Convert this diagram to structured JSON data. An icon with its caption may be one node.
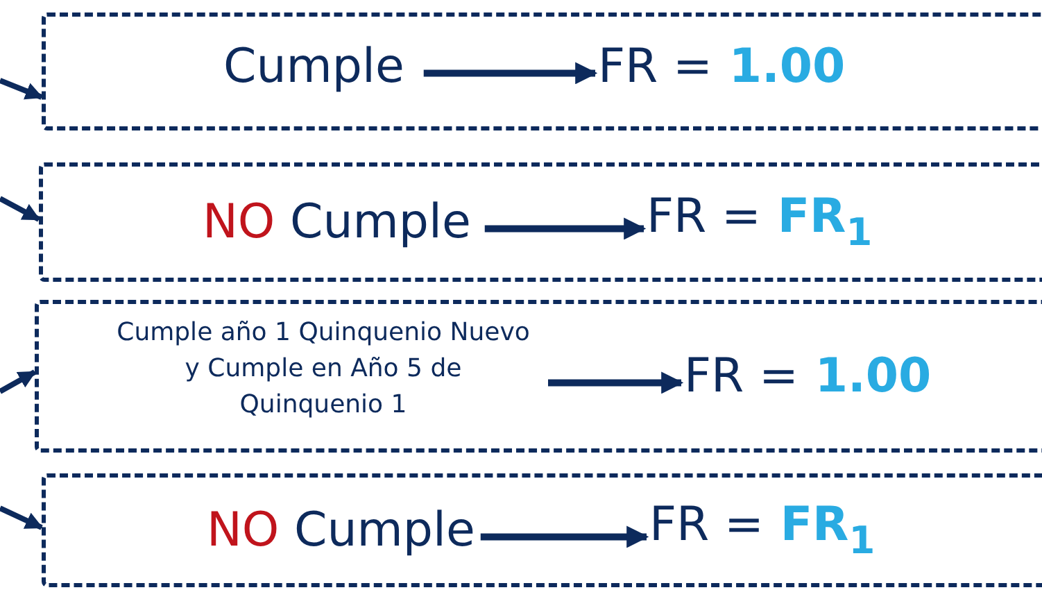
{
  "diagram": {
    "nodes": [
      {
        "text": [],
        "shape": "box"
      },
      {
        "text": [
          "Cumple"
        ],
        "in": 0
      },
      {
        "text": [
          "FR = 1.00"
        ],
        "in": 0
      },
      {
        "text": [],
        "shape": "box"
      },
      {
        "text": [
          "NO Cumple"
        ],
        "in": 3
      },
      {
        "text": [
          "FR = FR$_{1}$"
        ],
        "in": 3
      },
      {
        "text": [],
        "shape": "box"
      },
      {
        "text": [
          "Cumple año 1 Quinquenio Nuevo y Cumple en Año 5 de Quinquenio 1"
        ],
        "in": 6
      },
      {
        "text": [
          "FR = 1.00"
        ],
        "in": 6
      },
      {
        "text": [],
        "shape": "box"
      },
      {
        "text": [
          "NO Cumple"
        ],
        "in": 9
      },
      {
        "text": [
          "FR = FR$_{1}$"
        ],
        "in": 9
      }
    ],
    "edges": [
      {
        "from": null,
        "to": 0,
        "arrow": "to"
      },
      {
        "from": 1,
        "to": 2,
        "arrow": "to"
      },
      {
        "from": null,
        "to": 3,
        "arrow": "to"
      },
      {
        "from": 4,
        "to": 5,
        "arrow": "to"
      },
      {
        "from": null,
        "to": 6,
        "arrow": "to"
      },
      {
        "from": 7,
        "to": 8,
        "arrow": "to"
      },
      {
        "from": null,
        "to": 9,
        "arrow": "to"
      },
      {
        "from": 10,
        "to": 11,
        "arrow": "to"
      }
    ]
  }
}
